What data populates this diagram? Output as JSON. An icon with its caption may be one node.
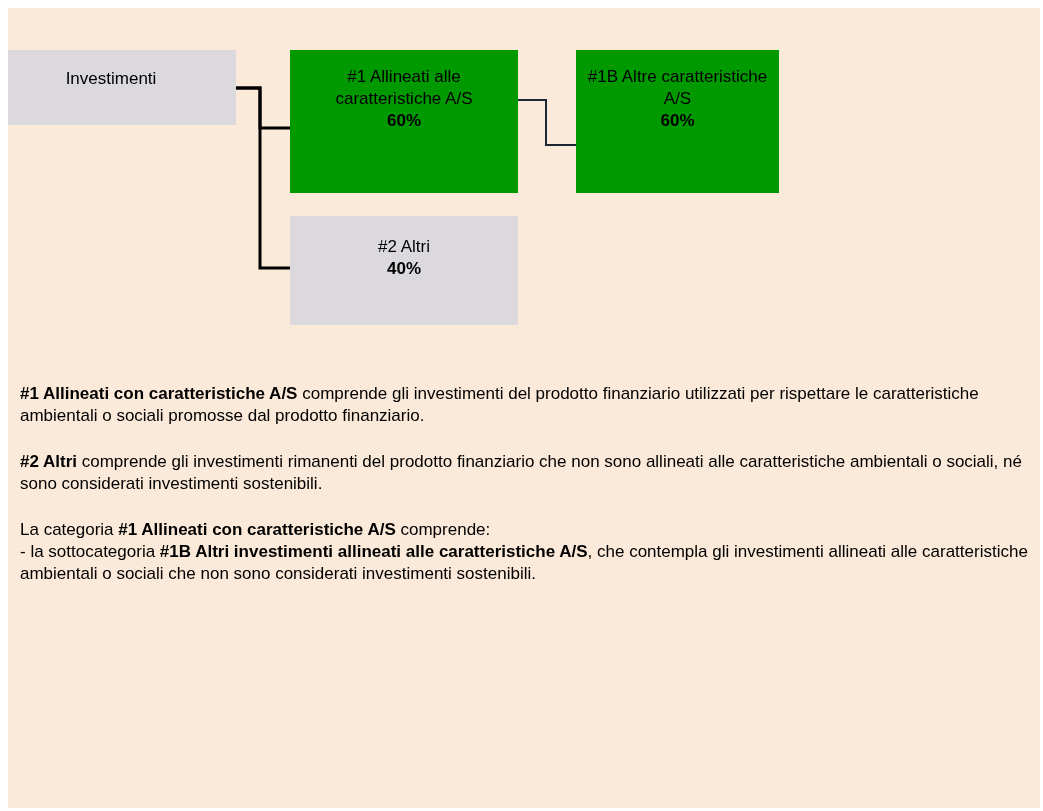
{
  "diagram": {
    "nodes": [
      {
        "text": [
          "Investimenti"
        ]
      },
      {
        "text": [
          "#1 Allineati alle caratteristiche A/S",
          "60%"
        ]
      },
      {
        "text": [
          "#1B Altre caratteristiche A/S",
          "60%"
        ]
      },
      {
        "text": [
          "#2 Altri",
          "40%"
        ]
      }
    ],
    "edges": [
      {
        "from": 0,
        "to": 1,
        "arrow": "none"
      },
      {
        "from": 0,
        "to": 3,
        "arrow": "none"
      },
      {
        "from": 1,
        "to": 2,
        "arrow": "none",
        "color": "#1c2633"
      }
    ],
    "labels": [
      "**#1 Allineati con caratteristiche A/S** comprende gli investimenti del prodotto finanziario utilizzati per rispettare le caratteristiche ambientali o sociali promosse dal prodotto finanziario.",
      "**#2 Altri** comprende gli investimenti rimanenti del prodotto finanziario che non sono allineati alle caratteristiche ambientali o sociali, né sono considerati investimenti sostenibili.",
      "La categoria **#1 Allineati con caratteristiche A/S** comprende:",
      "- la sottocategoria **#1B Altri investimenti allineati alle caratteristiche A/S**, che contempla gli investimenti allineati alle caratteristiche ambientali o sociali che non sono considerati investimenti sostenibili."
    ]
  }
}
